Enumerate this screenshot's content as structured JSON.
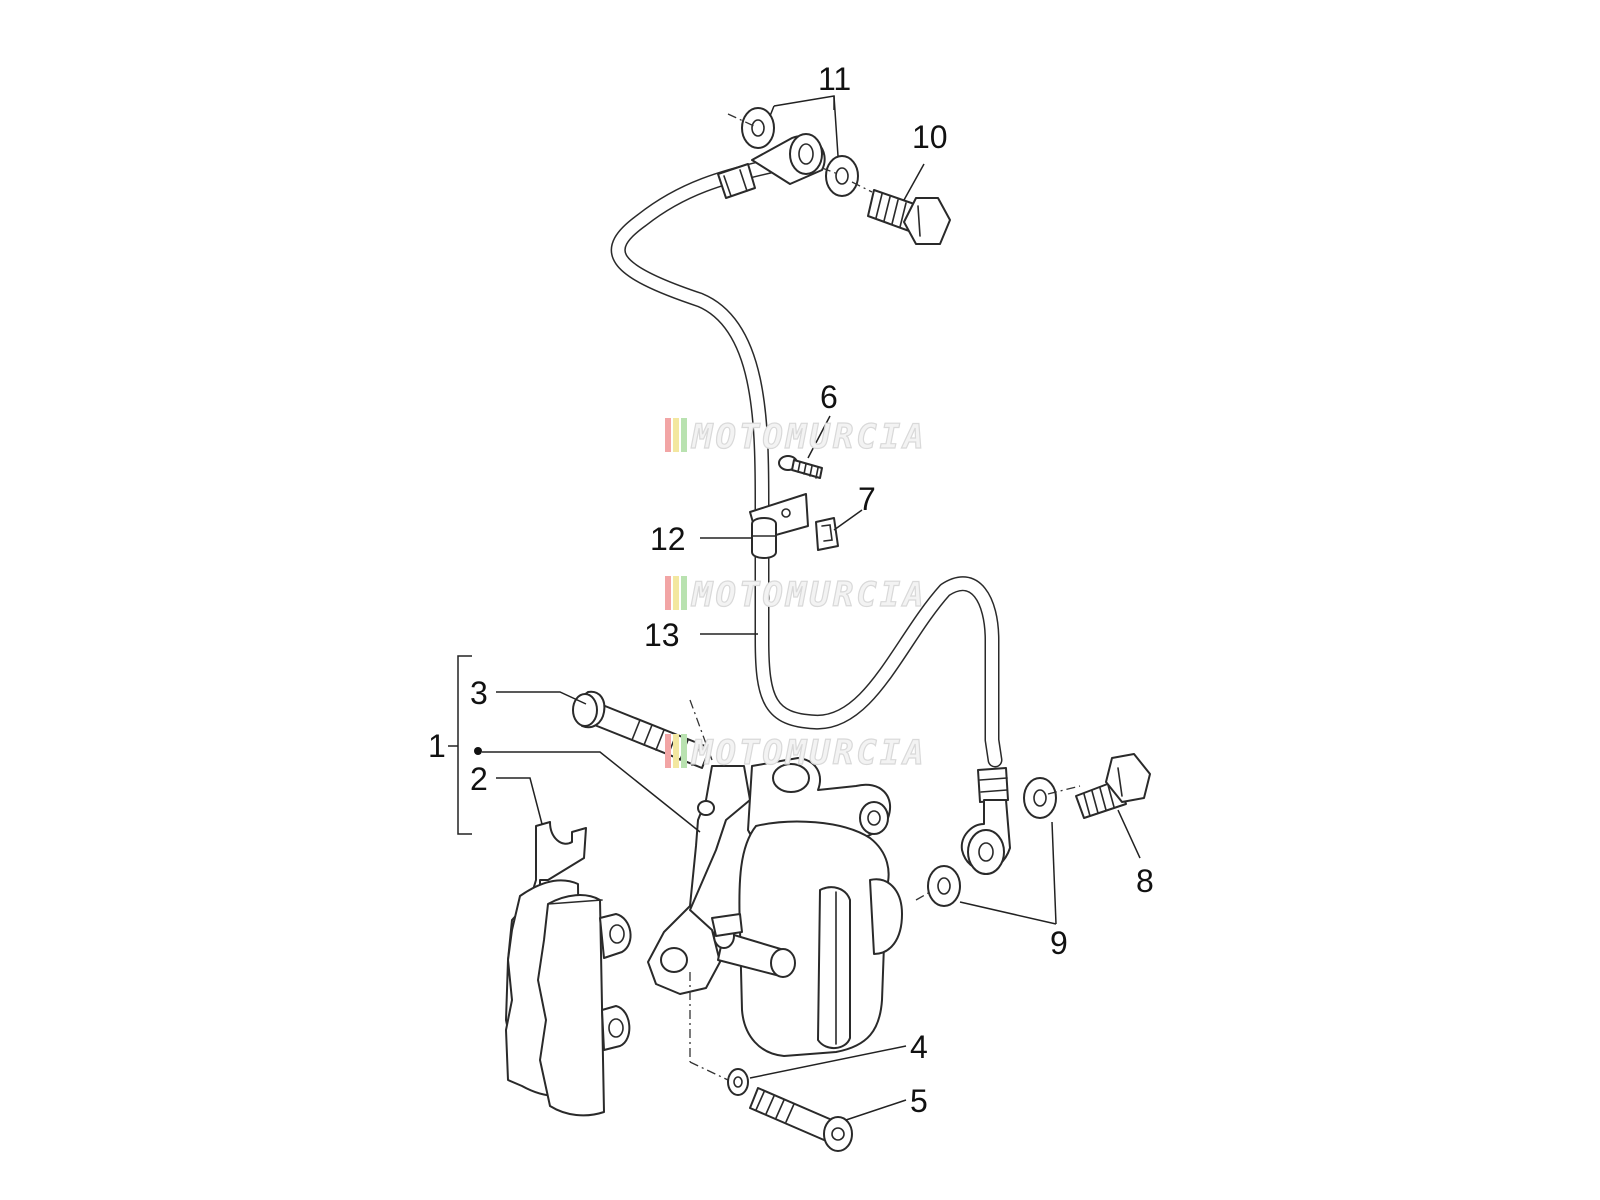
{
  "callouts": {
    "c1": "1",
    "c2": "2",
    "c3": "3",
    "c4": "4",
    "c5": "5",
    "c6": "6",
    "c7": "7",
    "c8": "8",
    "c9": "9",
    "c10": "10",
    "c11": "11",
    "c12": "12",
    "c13": "13"
  },
  "watermark": {
    "text": "MOTOMURCIA",
    "stripe_colors": [
      "#f2a5a5",
      "#f3e7a0",
      "#b9e2b0"
    ]
  }
}
